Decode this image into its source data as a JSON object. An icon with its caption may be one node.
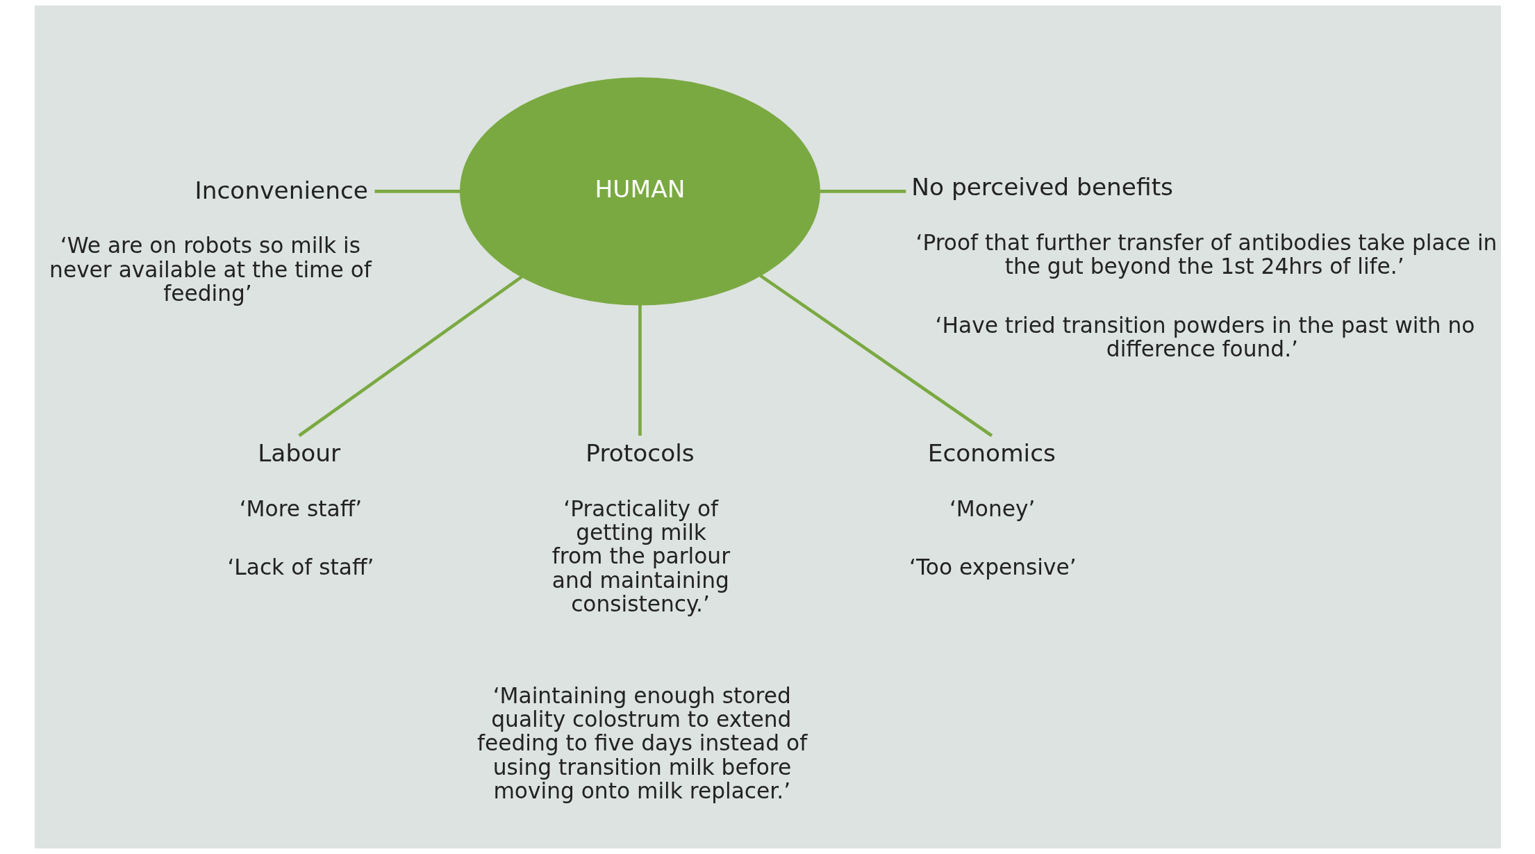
{
  "diagram": {
    "nodes": [
      {
        "text": [
          "HUMAN"
        ]
      },
      {
        "text": [
          "Inconvenience"
        ],
        "beside": [
          "‘We are on robots so milk is never available at the time of feeding’"
        ]
      },
      {
        "text": [
          "No perceived benefits"
        ],
        "beside": [
          "‘Proof that further transfer of antibodies take place in the gut beyond the 1st 24hrs of life.’",
          "‘Have tried transition powders in the past with no difference found.’"
        ]
      },
      {
        "text": [
          "Labour"
        ],
        "beside": [
          "‘More staff’",
          "‘Lack of staff’"
        ]
      },
      {
        "text": [
          "Protocols"
        ],
        "beside": [
          "‘Practicality of getting milk from the parlour and maintaining consistency.’",
          "‘Maintaining enough stored quality colostrum to extend feeding to five days instead of using transition milk before moving onto milk replacer.’"
        ]
      },
      {
        "text": [
          "Economics"
        ],
        "beside": [
          "‘Money’",
          "‘Too expensive’"
        ]
      }
    ],
    "edges": [
      {
        "from": 0,
        "to": 1,
        "arrow": "none"
      },
      {
        "from": 0,
        "to": 2,
        "arrow": "none"
      },
      {
        "from": 0,
        "to": 3,
        "arrow": "none"
      },
      {
        "from": 0,
        "to": 4,
        "arrow": "none"
      },
      {
        "from": 0,
        "to": 5,
        "arrow": "none"
      }
    ]
  }
}
